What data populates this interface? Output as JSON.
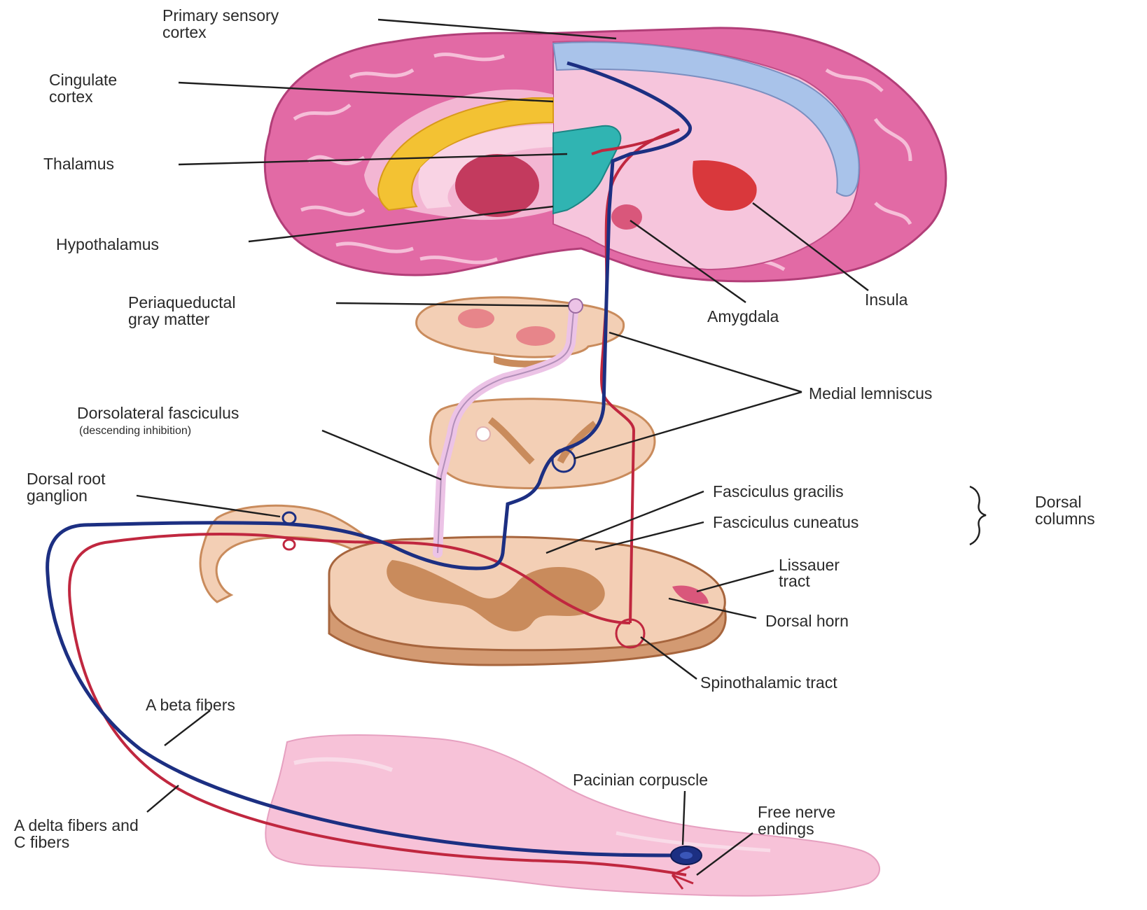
{
  "labels": {
    "primary_sensory_cortex": [
      "Primary sensory",
      "cortex"
    ],
    "cingulate_cortex": [
      "Cingulate",
      "cortex"
    ],
    "thalamus": "Thalamus",
    "hypothalamus": "Hypothalamus",
    "periaqueductal_gray_matter": [
      "Periaqueductal",
      "gray matter"
    ],
    "amygdala": "Amygdala",
    "insula": "Insula",
    "medial_lemniscus": "Medial lemniscus",
    "dorsolateral_fasciculus": "Dorsolateral fasciculus",
    "dorsolateral_note": "(descending inhibition)",
    "dorsal_root_ganglion": [
      "Dorsal root",
      "ganglion"
    ],
    "fasciculus_gracilis": "Fasciculus gracilis",
    "fasciculus_cuneatus": "Fasciculus cuneatus",
    "dorsal_columns": [
      "Dorsal",
      "columns"
    ],
    "lissauer_tract": [
      "Lissauer",
      "tract"
    ],
    "dorsal_horn": "Dorsal horn",
    "spinothalamic_tract": "Spinothalamic tract",
    "a_beta_fibers": "A beta fibers",
    "a_delta_c_fibers": [
      "A delta fibers and",
      "C fibers"
    ],
    "pacinian_corpuscle": "Pacinian corpuscle",
    "free_nerve_endings": [
      "Free nerve",
      "endings"
    ]
  },
  "colors": {
    "brain": "#e26aa5",
    "brain_light": "#f3b6d3",
    "sensory_cortex": "#a9c3ea",
    "cingulate": "#f3c233",
    "thalamus": "#30b4b2",
    "amygdala_insula": "#d9383c",
    "spinal_tissue": "#f3cfb5",
    "gray_matter": "#c98b5c",
    "blue_fiber": "#1c2f82",
    "red_fiber": "#c0273f",
    "descending": "#ecc3e6",
    "skin": "#f7c2d8",
    "text": "#2a2a2a"
  }
}
